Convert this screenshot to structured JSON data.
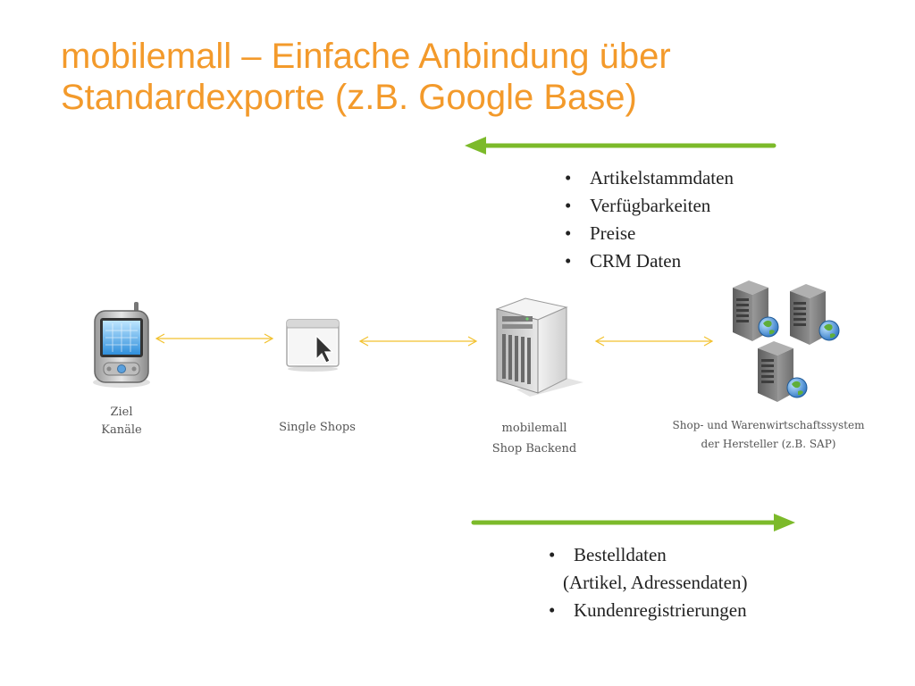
{
  "slide": {
    "title_line1": "mobilemall – Einfache Anbindung über",
    "title_line2": "Standardexporte (z.B. Google Base)"
  },
  "colors": {
    "title": "#f39a2b",
    "flow_arrow": "#7cba2a",
    "connector": "#f2c12e",
    "text": "#222222",
    "label": "#555555"
  },
  "top_bullets": [
    "Artikelstammdaten",
    "Verfügbarkeiten",
    "Preise",
    "CRM Daten"
  ],
  "bottom_bullets": {
    "item1": "Bestelldaten",
    "item1_cont": "(Artikel, Adressendaten)",
    "item2": "Kundenregistrierungen"
  },
  "nodes": {
    "channels": {
      "line1": "Ziel",
      "line2": "Kanäle",
      "icon": "pda-phone-icon"
    },
    "single_shops": {
      "line1": "Single Shops",
      "icon": "browser-window-icon"
    },
    "backend": {
      "line1": "mobilemall",
      "line2": "Shop Backend",
      "icon": "server-tower-icon"
    },
    "erp": {
      "line1": "Shop- und Warenwirtschaftssystem",
      "line2": "der Hersteller (z.B. SAP)",
      "icon": "network-servers-icon"
    }
  },
  "bullet_char": "•"
}
